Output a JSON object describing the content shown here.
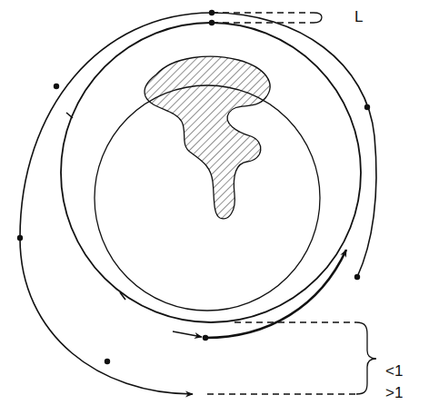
{
  "diagram": {
    "labels": [
      "L",
      "<1",
      ">1"
    ]
  }
}
